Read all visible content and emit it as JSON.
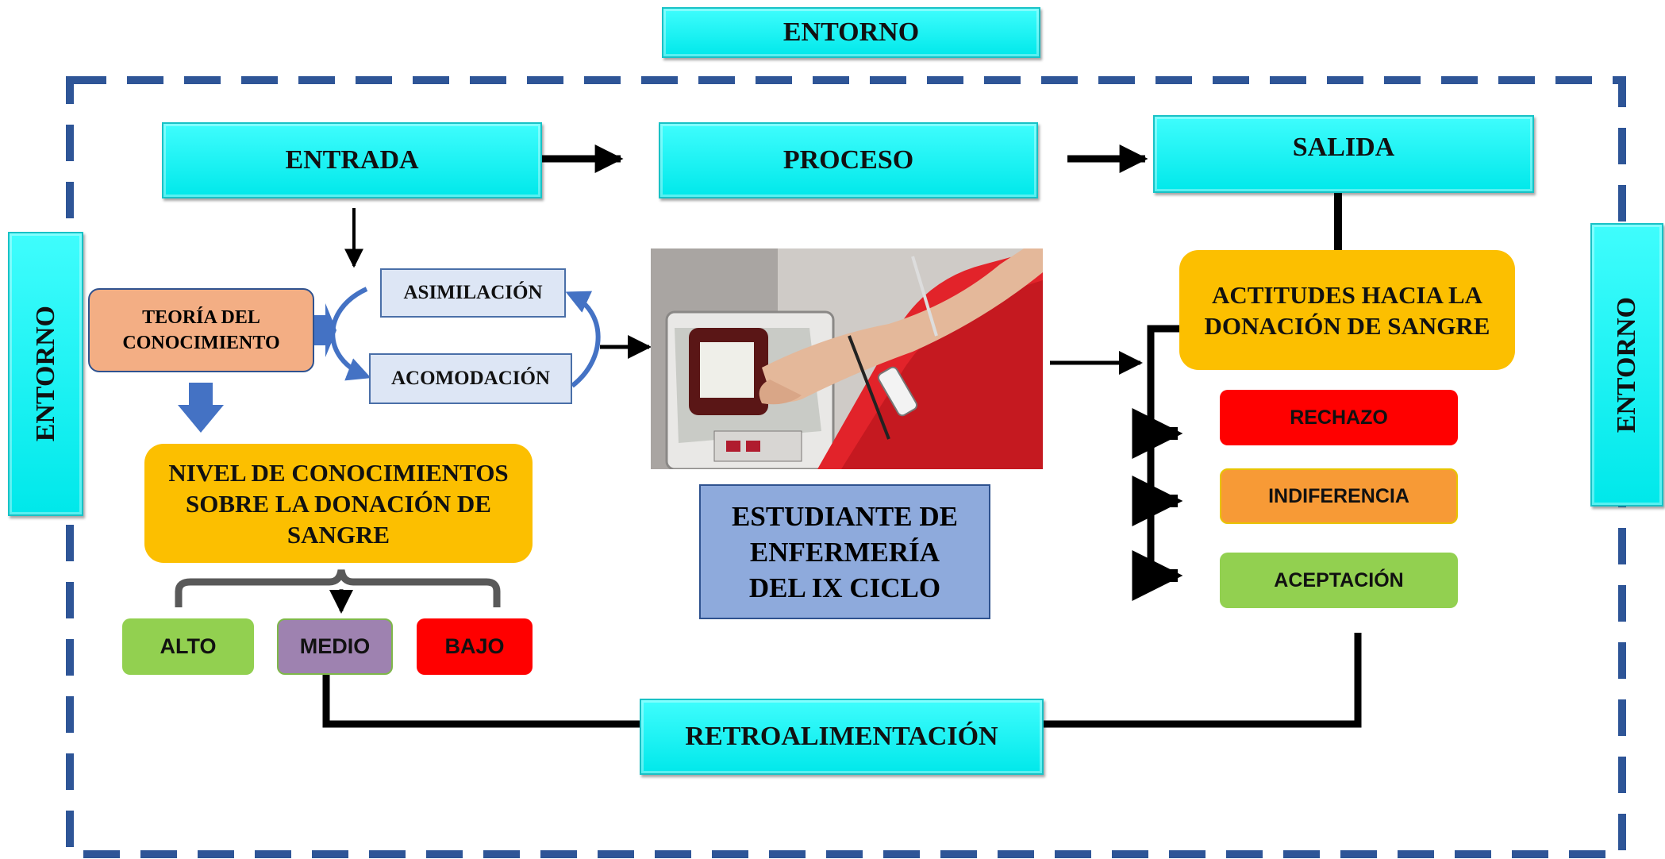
{
  "environment": {
    "top": "ENTORNO",
    "left": "ENTORNO",
    "right": "ENTORNO"
  },
  "stages": {
    "input": "ENTRADA",
    "process": "PROCESO",
    "output": "SALIDA",
    "feedback": "RETROALIMENTACIÓN"
  },
  "input_block": {
    "theory": "TEORÍA DEL CONOCIMIENTO",
    "assimilation": "ASIMILACIÓN",
    "accommodation": "ACOMODACIÓN",
    "knowledge_level": "NIVEL DE CONOCIMIENTOS SOBRE LA DONACIÓN DE SANGRE",
    "levels": [
      "ALTO",
      "MEDIO",
      "BAJO"
    ]
  },
  "process_block": {
    "student": "ESTUDIANTE DE ENFERMERÍA DEL IX CICLO"
  },
  "output_block": {
    "attitudes": "ACTITUDES HACIA LA DONACIÓN DE SANGRE",
    "options": [
      "RECHAZO",
      "INDIFERENCIA",
      "ACEPTACIÓN"
    ]
  },
  "colors": {
    "cyan": "#00f0f0",
    "orange": "#fcbf00",
    "green": "#92d050",
    "red": "#ff0000",
    "purple": "#9e82b0",
    "amber": "#f79a36",
    "dashed_border": "#2e5597",
    "student_box": "#8eaadc",
    "theory_box": "#f3ae84"
  },
  "icons": [
    "arrow-right-icon",
    "arrow-down-icon",
    "curved-arrow-icon",
    "brace-icon"
  ]
}
